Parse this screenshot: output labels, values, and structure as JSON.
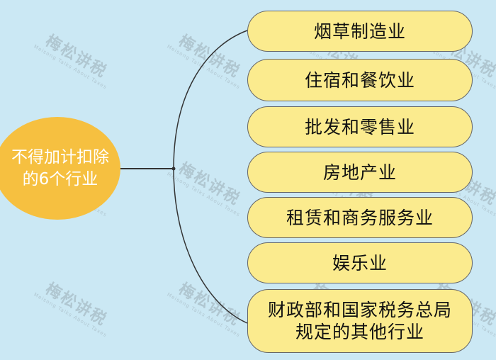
{
  "center": {
    "label": "不得加计扣除的6个行业"
  },
  "items": [
    {
      "label": "烟草制造业"
    },
    {
      "label": "住宿和餐饮业"
    },
    {
      "label": "批发和零售业"
    },
    {
      "label": "房地产业"
    },
    {
      "label": "租赁和商务服务业"
    },
    {
      "label": "娱乐业"
    },
    {
      "label": "财政部和国家税务总局规定的其他行业"
    }
  ],
  "watermark": {
    "text": "梅松讲税",
    "subtext": "Meisong Talks About Taxes"
  },
  "colors": {
    "background": "#cbe8f4",
    "center_fill": "#f6c040",
    "leaf_fill": "#fbeb8e",
    "connector": "#333333"
  }
}
